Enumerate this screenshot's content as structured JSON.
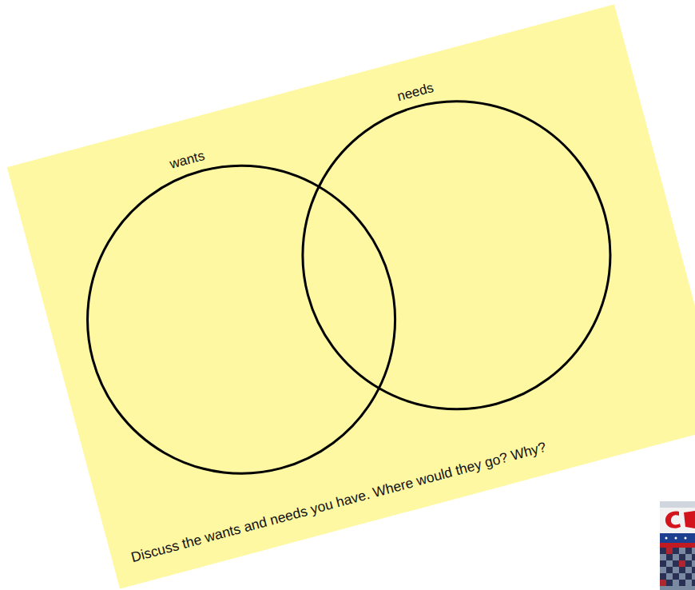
{
  "diagram": {
    "nodes": [
      {
        "text": [
          "Discuss the wants and needs you have. Where would they go? Why?"
        ]
      },
      {
        "text": [
          "wants"
        ],
        "in": 0
      },
      {
        "text": [
          "needs"
        ],
        "in": 0
      }
    ]
  }
}
